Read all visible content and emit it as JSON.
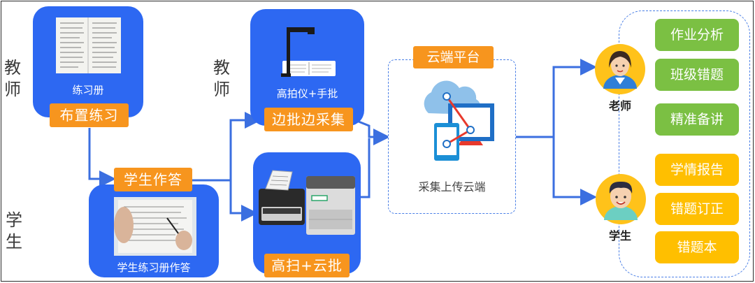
{
  "side_labels": {
    "teacher": "教师",
    "student": "学生",
    "teacher_mid": "教师"
  },
  "workbook_card": {
    "caption": "练习册",
    "tag": "布置练习"
  },
  "student_card": {
    "caption": "学生练习册作答",
    "tag": "学生作答"
  },
  "camera_card": {
    "caption": "高拍仪+手批",
    "tag": "边批边采集"
  },
  "scanner_card": {
    "tag": "高扫+云批"
  },
  "cloud": {
    "tag": "云端平台",
    "caption": "采集上传云端"
  },
  "teacher_role": {
    "label": "老师",
    "items": [
      "作业分析",
      "班级错题",
      "精准备讲"
    ]
  },
  "student_role": {
    "label": "学生",
    "items": [
      "学情报告",
      "错题订正",
      "错题本"
    ]
  },
  "colors": {
    "card_blue": "#2d68f2",
    "tag_orange": "#f7951e",
    "green": "#7bc043",
    "yellow": "#ffbf00",
    "line_blue": "#3b6fe0"
  }
}
